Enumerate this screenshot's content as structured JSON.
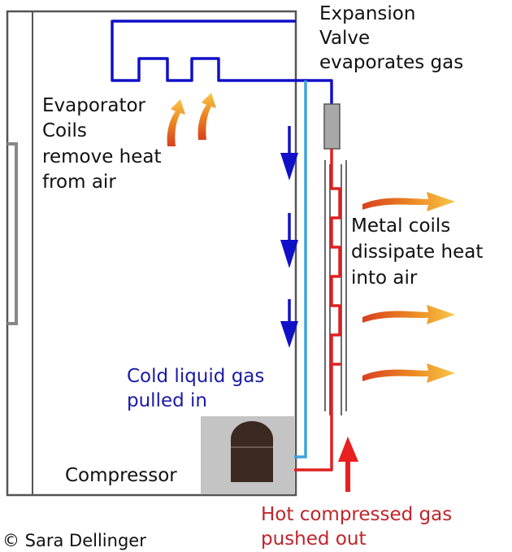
{
  "labels": {
    "expansion_valve": [
      "Expansion",
      "Valve",
      "evaporates gas"
    ],
    "evaporator": [
      "Evaporator",
      "Coils",
      "remove heat",
      "from air"
    ],
    "metal_coils": [
      "Metal coils",
      "dissipate heat",
      "into air"
    ],
    "cold_liquid": [
      "Cold liquid gas",
      "pulled in"
    ],
    "compressor": "Compressor",
    "hot_gas": [
      "Hot compressed gas",
      "pushed out"
    ],
    "credit": "© Sara Dellinger"
  },
  "colors": {
    "text": "#111111",
    "cold_text": "#1a1aa8",
    "hot_text": "#c0242b",
    "line_dark_blue": "#1010c8",
    "line_light_blue": "#3ea2dc",
    "line_red": "#e02020",
    "fridge_outline": "#555555",
    "handle": "#888888",
    "compressor_box": "#c4c4c4",
    "compressor_motor": "#3a2a22",
    "valve": "#a8a8a8"
  }
}
